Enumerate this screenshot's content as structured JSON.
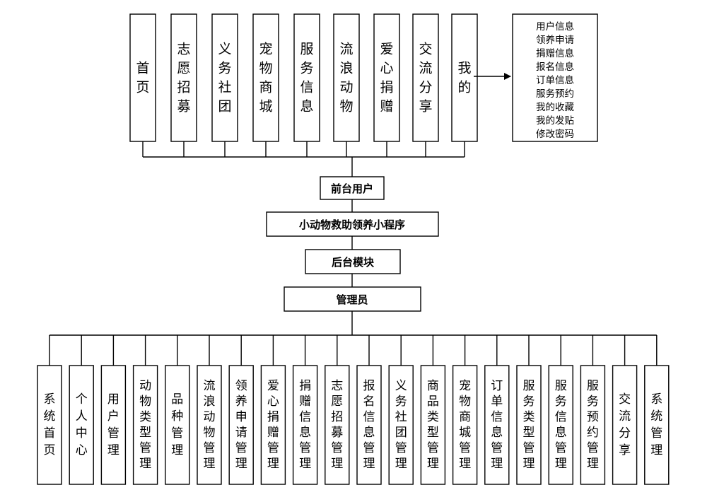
{
  "top_modules": [
    "首页",
    "志愿招募",
    "义务社团",
    "宠物商城",
    "服务信息",
    "流浪动物",
    "爱心捐赠",
    "交流分享",
    "我的"
  ],
  "my_submenu": [
    "用户信息",
    "领养申请",
    "捐赠信息",
    "报名信息",
    "订单信息",
    "服务预约",
    "我的收藏",
    "我的发贴",
    "修改密码"
  ],
  "frontend_user": "前台用户",
  "system_name": "小动物救助领养小程序",
  "backend_module": "后台模块",
  "admin": "管理员",
  "bottom_modules": [
    "系统首页",
    "个人中心",
    "用户管理",
    "动物类型管理",
    "品种管理",
    "流浪动物管理",
    "领养申请管理",
    "爱心捐赠管理",
    "捐赠信息管理",
    "志愿招募管理",
    "报名信息管理",
    "义务社团管理",
    "商品类型管理",
    "宠物商城管理",
    "订单信息管理",
    "服务类型管理",
    "服务信息管理",
    "服务预约管理",
    "交流分享",
    "系统管理"
  ]
}
